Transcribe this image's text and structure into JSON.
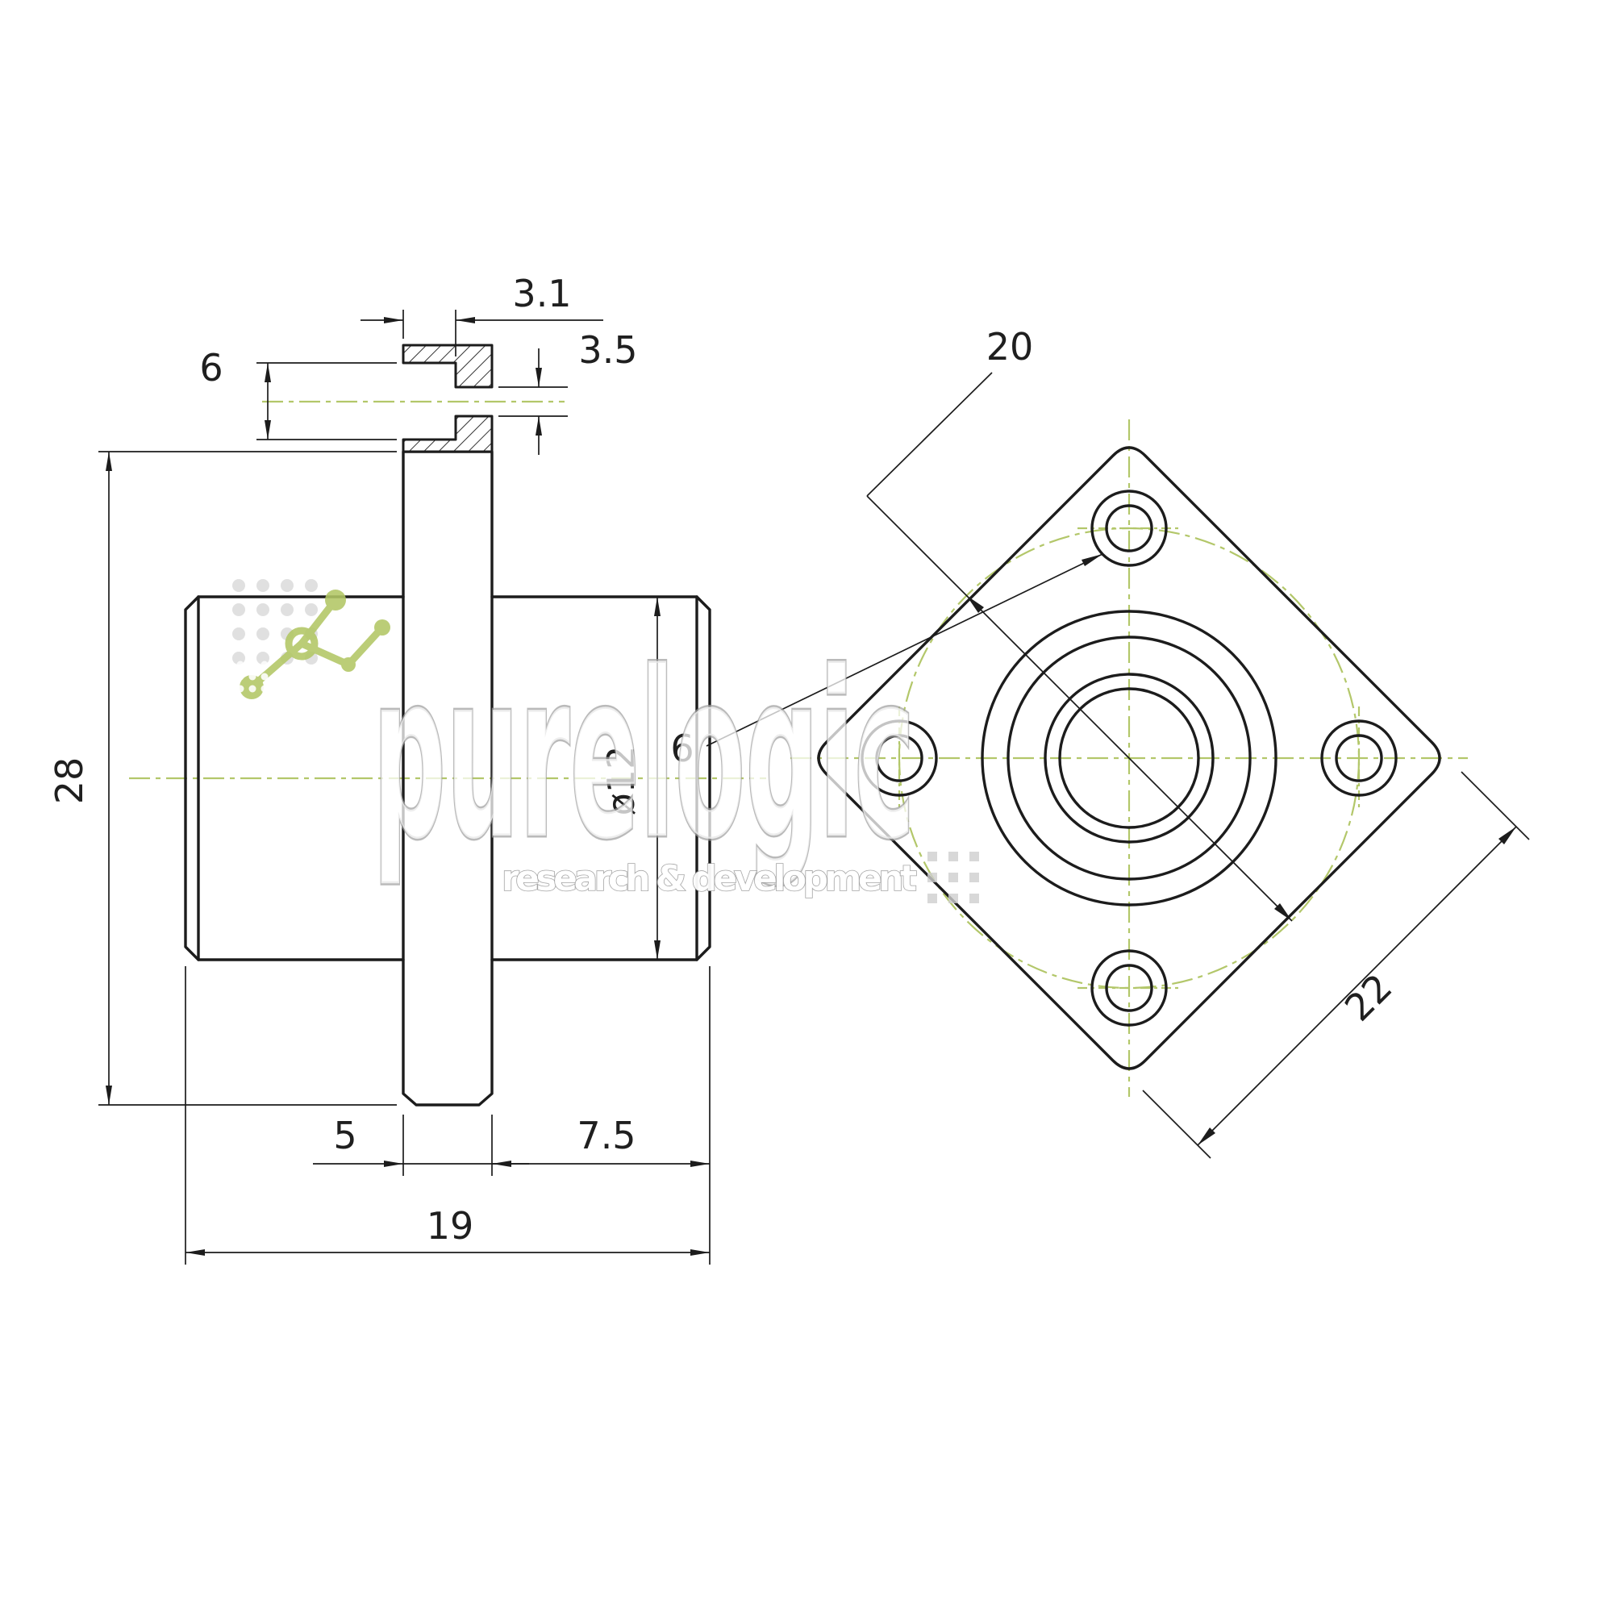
{
  "watermark": {
    "brand": "purelogic",
    "tagline": "research & development"
  },
  "left_view": {
    "counterbore_depth": "3.1",
    "through_hole_dia": "3.5",
    "counterbore_dia": "6",
    "flange_height": "28",
    "body_dia": "ø12",
    "flange_thickness": "5",
    "right_offset": "7.5",
    "total_length": "19"
  },
  "right_view": {
    "bolt_circle_dia": "20",
    "bore_dia": "6",
    "flange_side": "22"
  },
  "colors": {
    "line": "#1c1c1c",
    "centerline": "#b3c76a",
    "logo_green": "#b2c765"
  }
}
